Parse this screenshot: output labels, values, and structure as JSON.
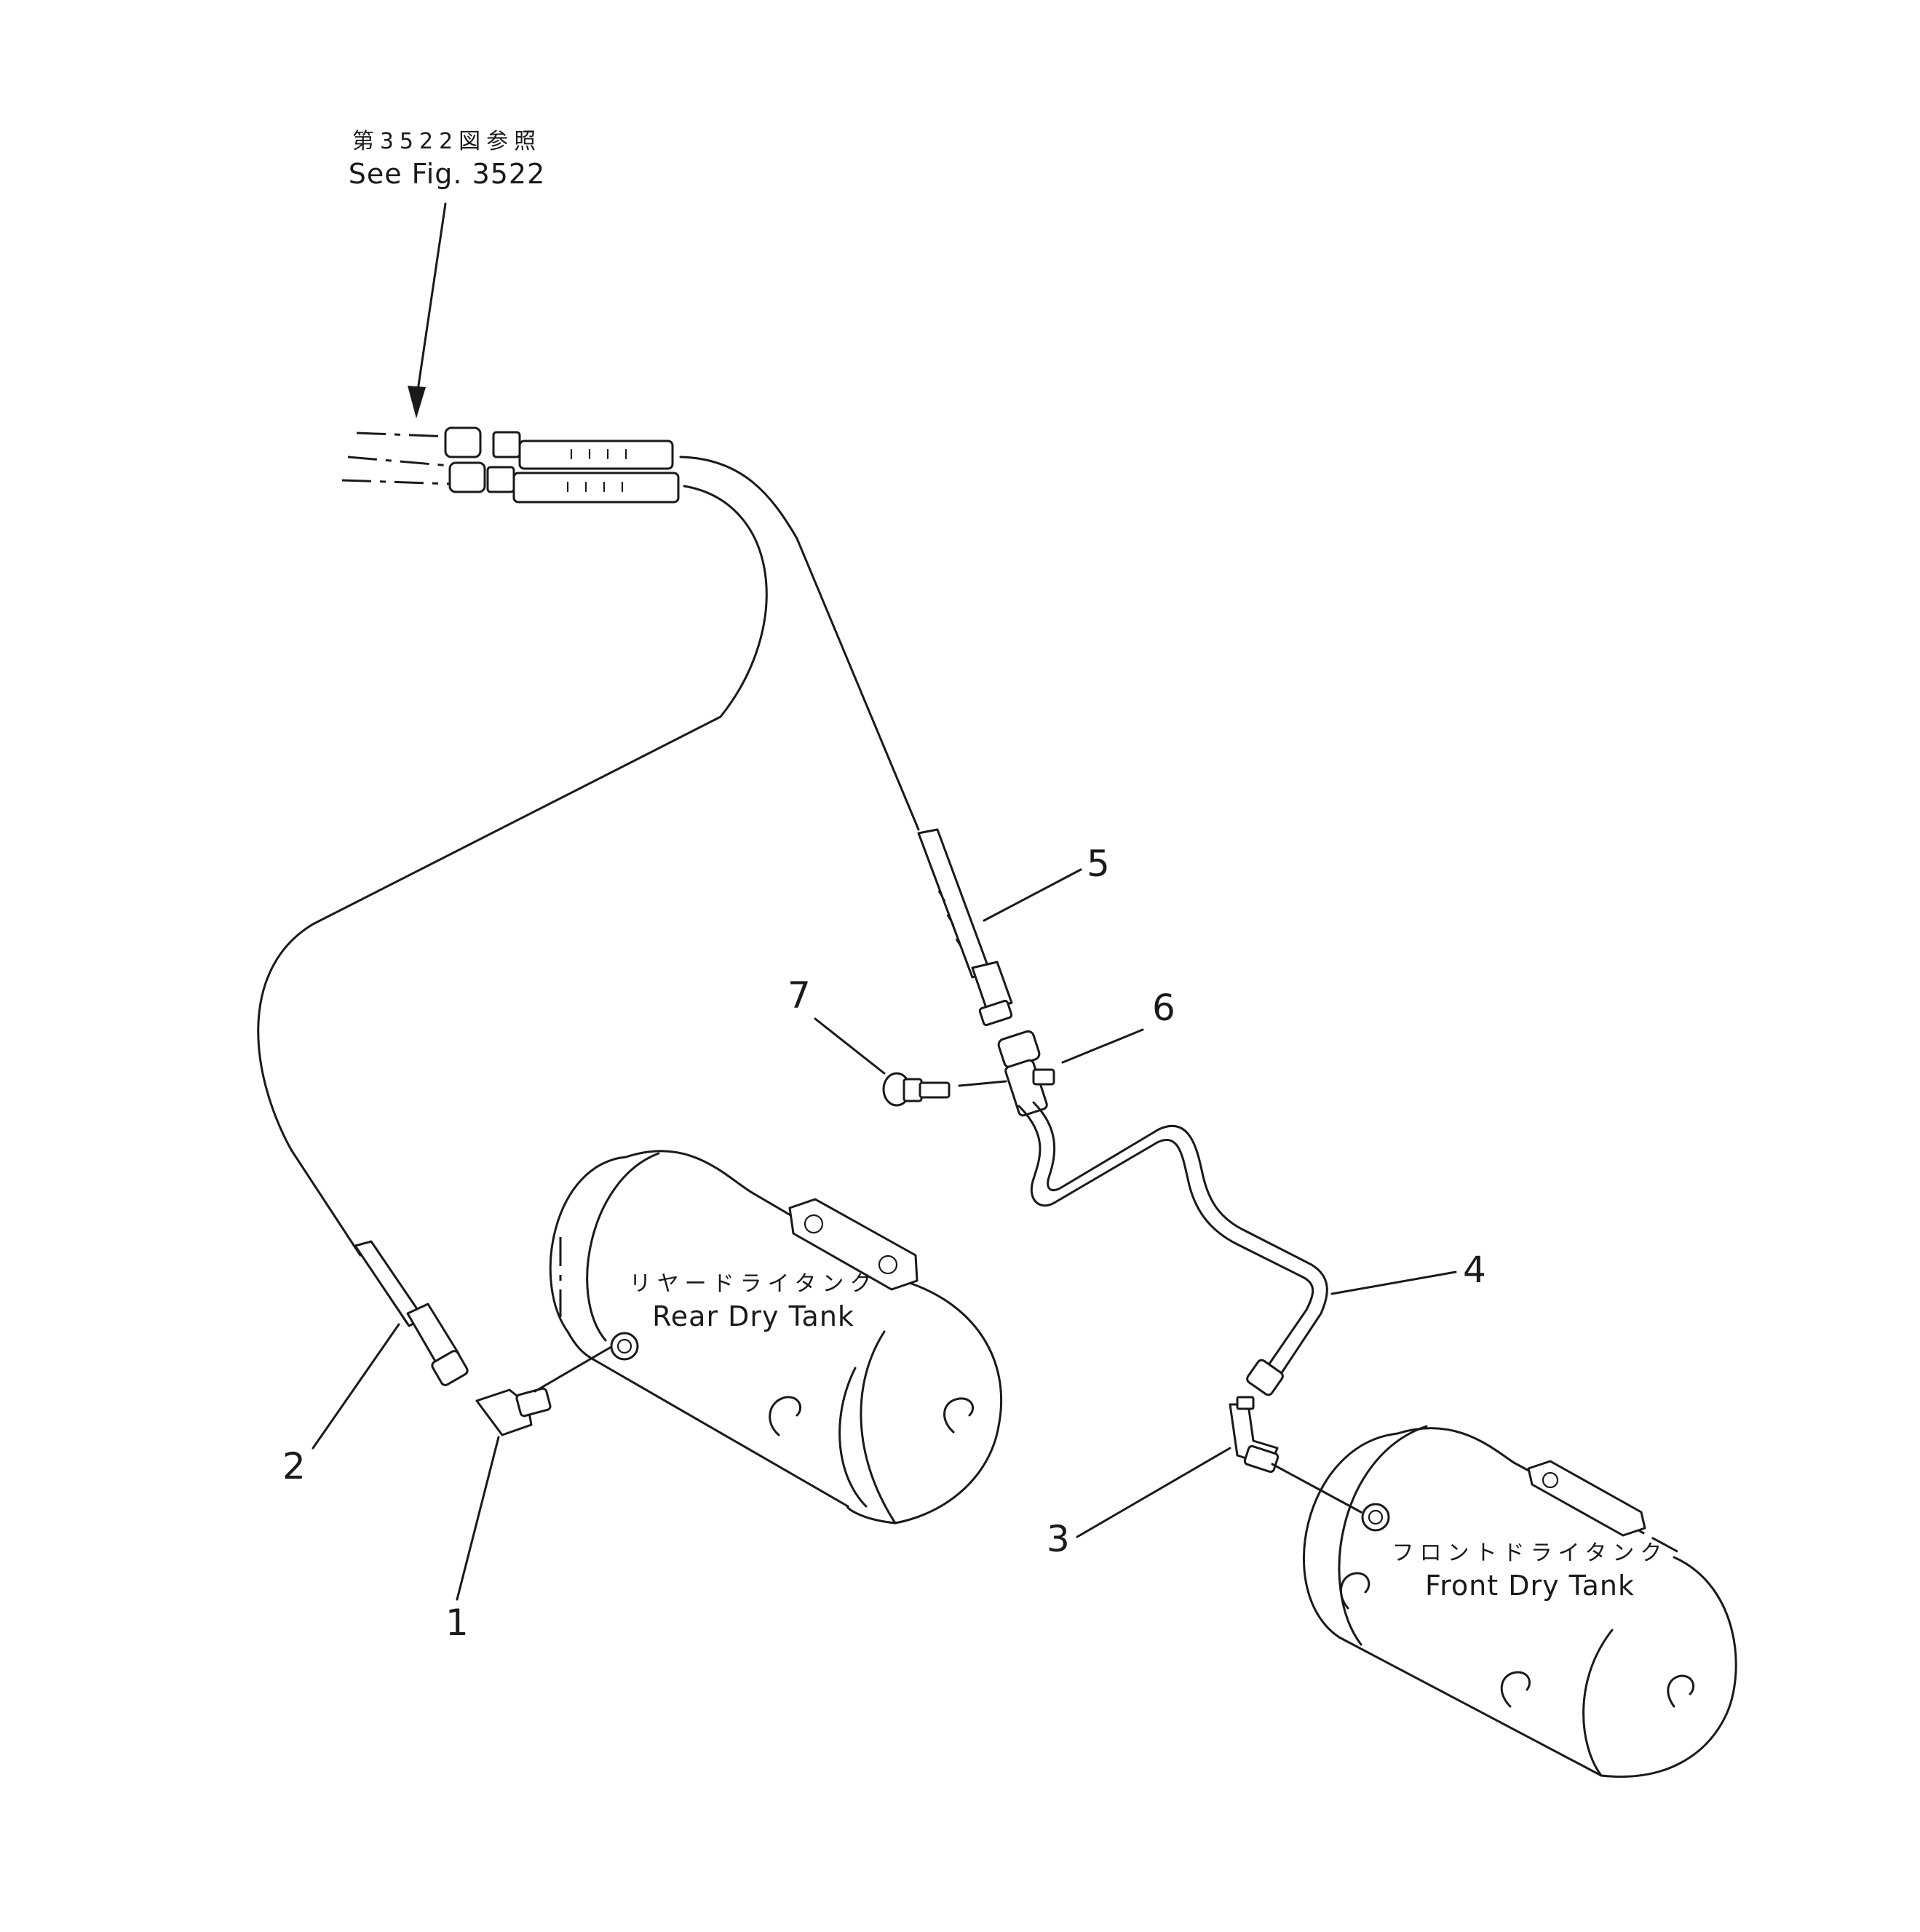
{
  "reference": {
    "jp": "第3522図参照",
    "en": "See Fig. 3522"
  },
  "tanks": {
    "rear": {
      "jp": "リヤードライタンク",
      "en": "Rear Dry Tank"
    },
    "front": {
      "jp": "フロントドライタンク",
      "en": "Front Dry Tank"
    }
  },
  "callouts": [
    "1",
    "2",
    "3",
    "4",
    "5",
    "6",
    "7"
  ],
  "colors": {
    "ink": "#1a1a1a",
    "paper": "#ffffff"
  }
}
